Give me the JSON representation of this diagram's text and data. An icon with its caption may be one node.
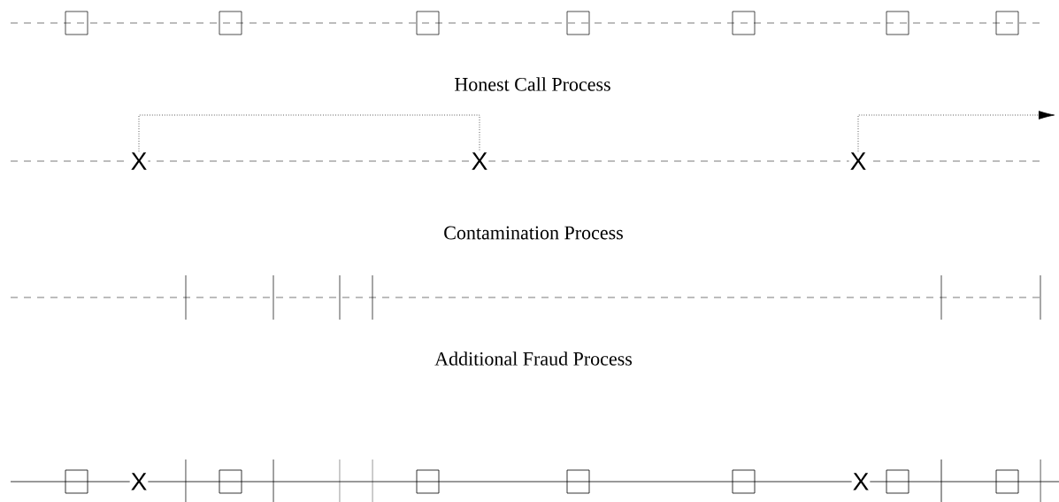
{
  "diagram": {
    "nodes": [
      {
        "text": [
          "X"
        ]
      },
      {
        "text": [
          "X"
        ]
      },
      {
        "text": [
          "X"
        ]
      },
      {
        "text": [
          "X"
        ]
      },
      {
        "text": [
          "X"
        ]
      }
    ],
    "edges": [
      {
        "from": 0,
        "to": 1,
        "arrow": "none",
        "style": "dashed"
      },
      {
        "from": 2,
        "to": null,
        "arrow": "to",
        "style": "dashed"
      }
    ],
    "labels": [
      "Honest Call Process",
      "Contamination Process",
      "Additional Fraud Process"
    ]
  }
}
